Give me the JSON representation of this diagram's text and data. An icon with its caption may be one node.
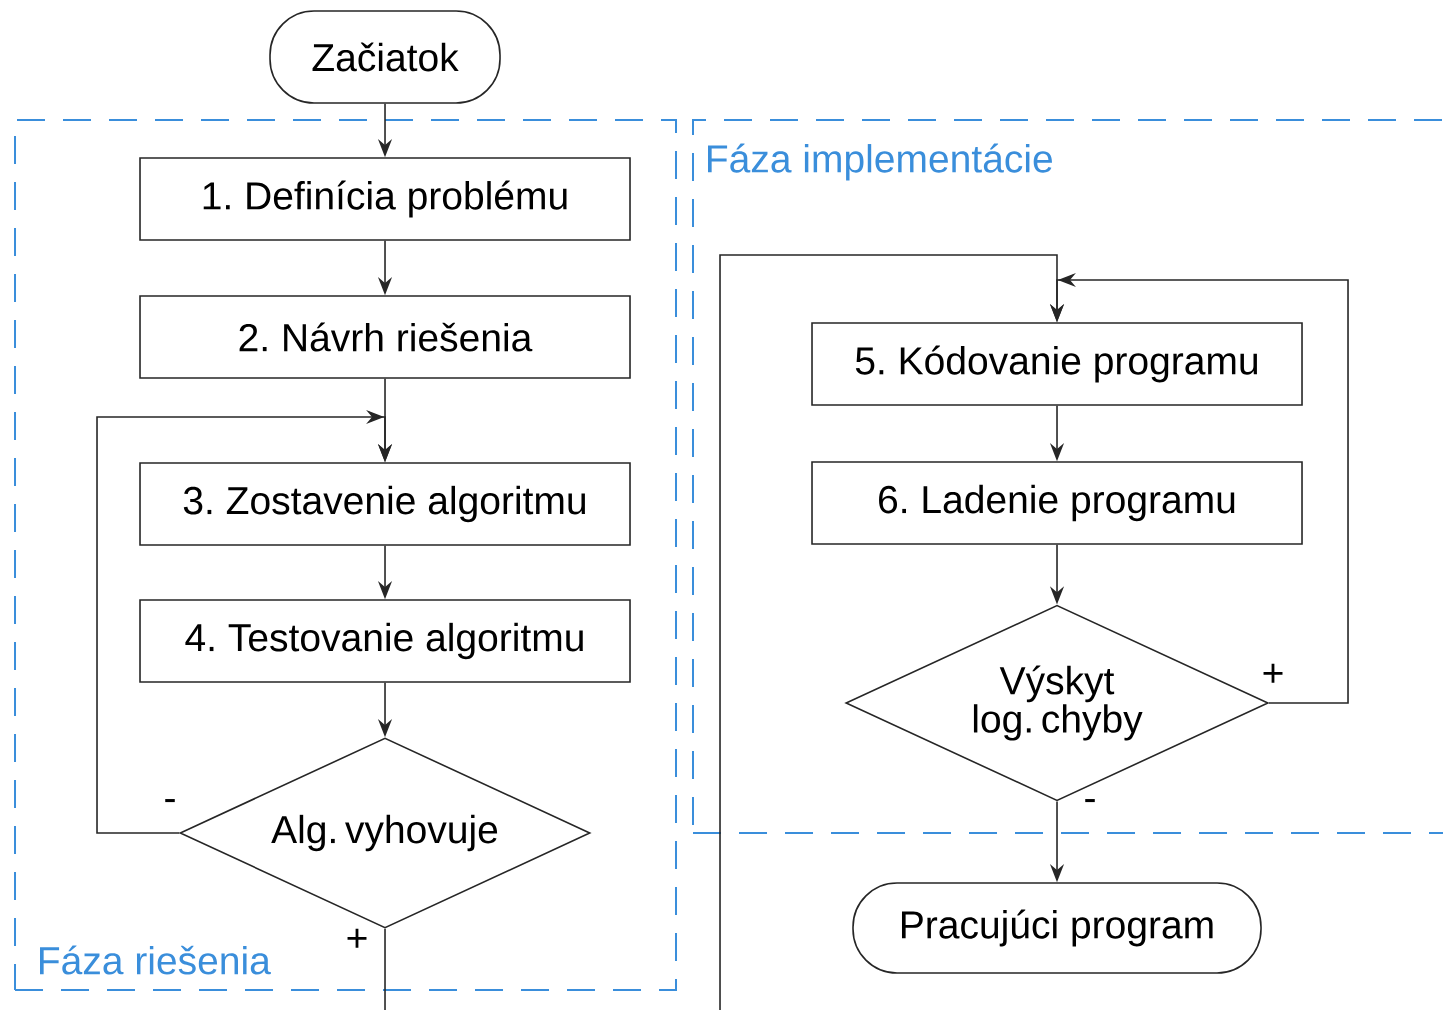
{
  "diagram": {
    "nodes": [
      {
        "text": [
          "Začiatok"
        ]
      },
      {
        "text": [
          "Fáza riešenia"
        ]
      },
      {
        "text": [
          "1. Definícia problému"
        ],
        "in": 1
      },
      {
        "text": [
          "2. Návrh riešenia"
        ],
        "in": 1
      },
      {
        "text": [
          "3. Zostavenie algoritmu"
        ],
        "in": 1
      },
      {
        "text": [
          "4. Testovanie algoritmu"
        ],
        "in": 1
      },
      {
        "text": [
          "Alg. vyhovuje"
        ],
        "in": 1
      },
      {
        "text": [
          "Fáza implementácie"
        ]
      },
      {
        "text": [
          "5. Kódovanie programu"
        ],
        "in": 7
      },
      {
        "text": [
          "6. Ladenie programu"
        ],
        "in": 7
      },
      {
        "text": [
          "Výskyt log. chyby"
        ],
        "in": 7
      },
      {
        "text": [
          "Pracujúci program"
        ]
      }
    ],
    "edges": [
      {
        "from": 0,
        "to": 2,
        "arrow": "to"
      },
      {
        "from": 2,
        "to": 3,
        "arrow": "to"
      },
      {
        "from": 3,
        "to": 4,
        "arrow": "to"
      },
      {
        "from": 4,
        "to": 5,
        "arrow": "to"
      },
      {
        "from": 5,
        "to": 6,
        "arrow": "to"
      },
      {
        "from": 6,
        "to": 4,
        "arrow": "to",
        "label": "-"
      },
      {
        "from": 6,
        "to": 8,
        "arrow": "to",
        "label": "+"
      },
      {
        "from": 8,
        "to": 9,
        "arrow": "to"
      },
      {
        "from": 9,
        "to": 10,
        "arrow": "to"
      },
      {
        "from": 10,
        "to": 8,
        "arrow": "to",
        "label": "+"
      },
      {
        "from": 10,
        "to": 11,
        "arrow": "to",
        "label": "-"
      }
    ]
  }
}
